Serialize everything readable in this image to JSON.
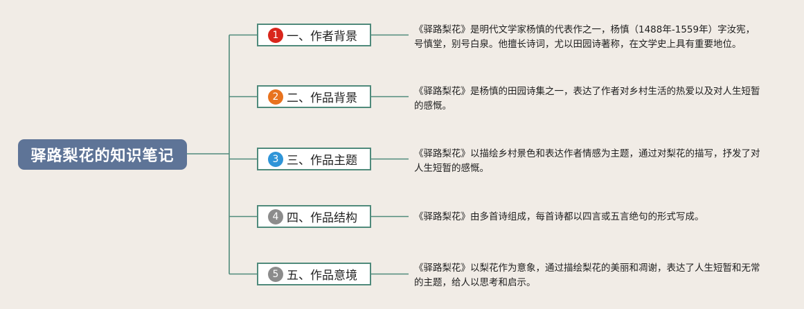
{
  "root": {
    "title": "驿路梨花的知识笔记"
  },
  "branches": [
    {
      "number": "1",
      "label": "一、作者背景",
      "badge_color": "#d9261c",
      "note": "《驿路梨花》是明代文学家杨慎的代表作之一，杨慎（1488年-1559年）字汝宪，号慎堂，别号白泉。他擅长诗词，尤以田园诗著称，在文学史上具有重要地位。"
    },
    {
      "number": "2",
      "label": "二、作品背景",
      "badge_color": "#e8731f",
      "note": "《驿路梨花》是杨慎的田园诗集之一，表达了作者对乡村生活的热爱以及对人生短暂的感慨。"
    },
    {
      "number": "3",
      "label": "三、作品主题",
      "badge_color": "#2f95d8",
      "note": "《驿路梨花》以描绘乡村景色和表达作者情感为主题，通过对梨花的描写，抒发了对人生短暂的感慨。"
    },
    {
      "number": "4",
      "label": "四、作品结构",
      "badge_color": "#8c8c8c",
      "note": "《驿路梨花》由多首诗组成，每首诗都以四言或五言绝句的形式写成。"
    },
    {
      "number": "5",
      "label": "五、作品意境",
      "badge_color": "#8c8c8c",
      "note": "《驿路梨花》以梨花作为意象，通过描绘梨花的美丽和凋谢，表达了人生短暂和无常的主题，给人以思考和启示。"
    }
  ],
  "colors": {
    "connector": "#4f8a7b",
    "root_bg": "#5e7497",
    "background": "#f1ece6"
  }
}
